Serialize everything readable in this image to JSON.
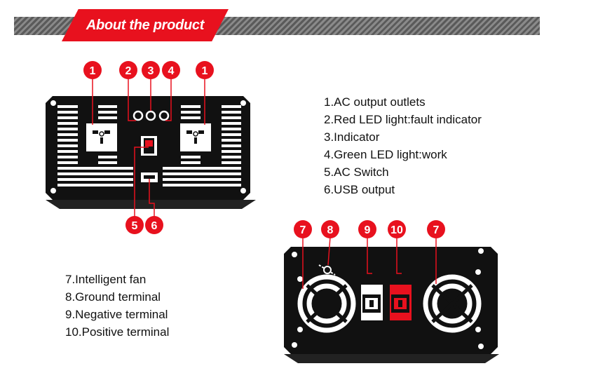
{
  "header": {
    "title": "About the product"
  },
  "front_panel": {
    "callouts": [
      "1",
      "2",
      "3",
      "4",
      "1",
      "5",
      "6"
    ]
  },
  "rear_panel": {
    "callouts": [
      "7",
      "8",
      "9",
      "10",
      "7"
    ]
  },
  "legend_top": [
    "1.AC output outlets",
    "2.Red LED light:fault indicator",
    "3.Indicator",
    "4.Green LED light:work",
    "5.AC Switch",
    "6.USB output"
  ],
  "legend_bottom": [
    "7.Intelligent fan",
    "8.Ground terminal",
    "9.Negative terminal",
    "10.Positive terminal"
  ],
  "colors": {
    "accent": "#e8111e",
    "panel": "#111111",
    "stripe": "#6e6e6e"
  }
}
